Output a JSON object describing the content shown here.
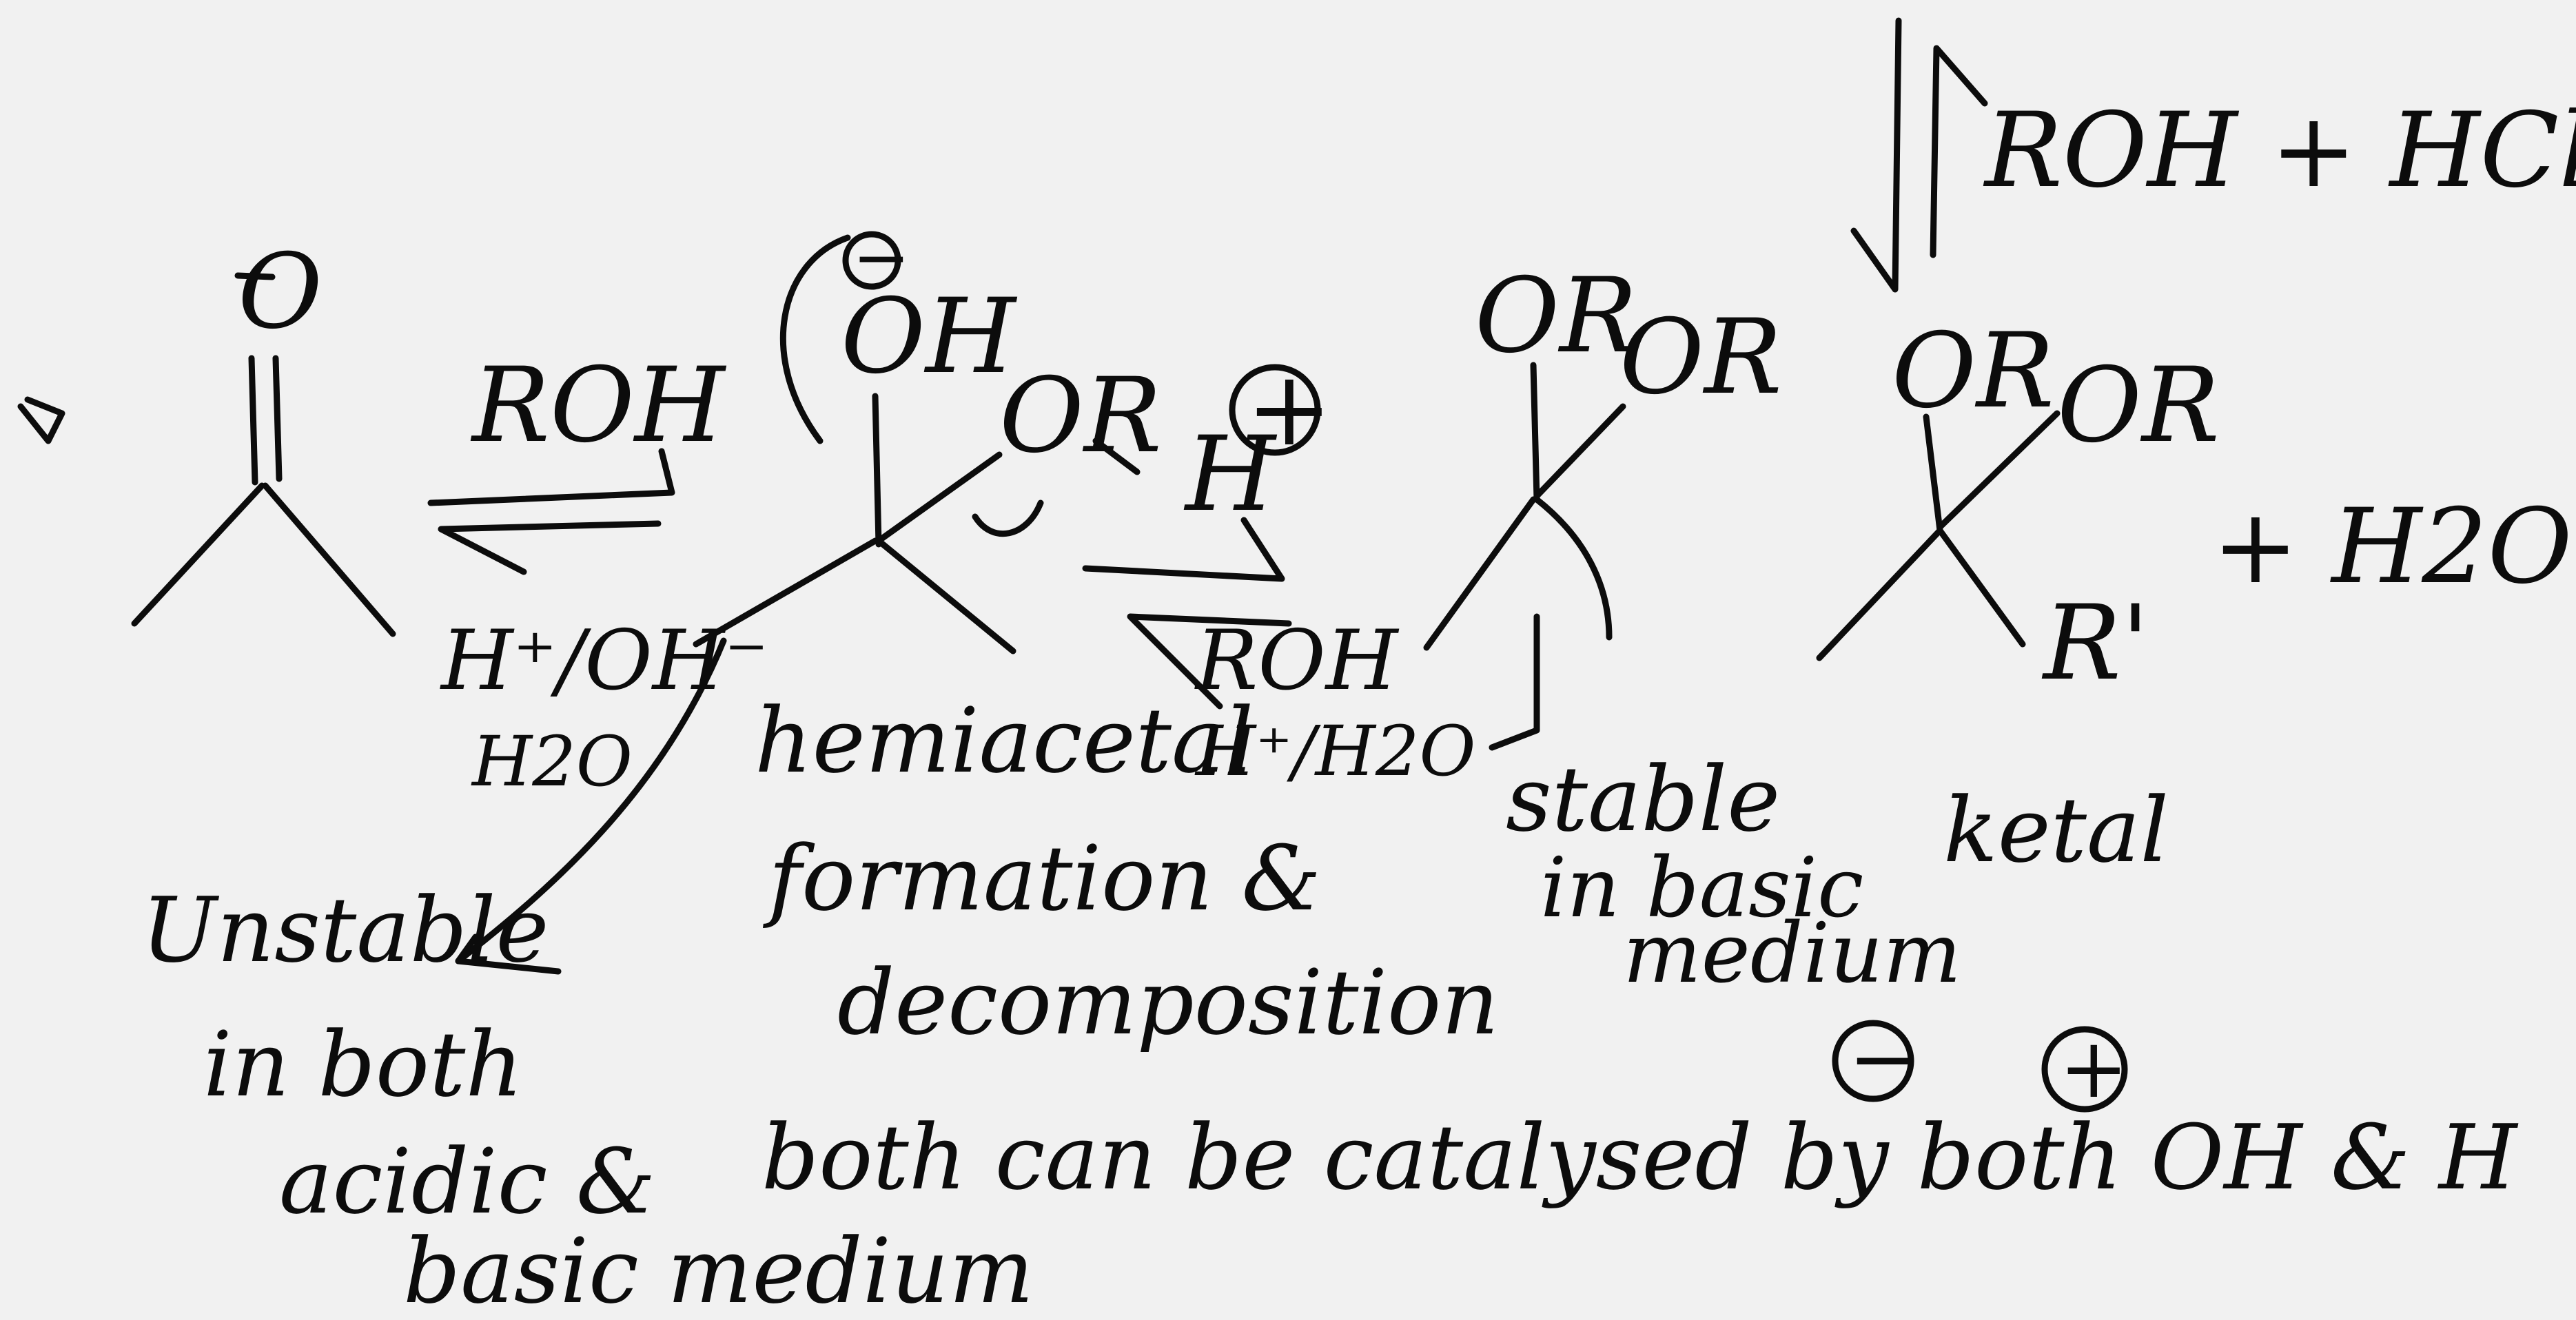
{
  "background_color": "#f1f1f1",
  "ink_color": "#0c0c0c",
  "labels": {
    "top_reagent": "ROH + HCl",
    "carbonyl_o": "O",
    "arrow1_top": "ROH",
    "arrow1_bottom": "H⁺/OH⁻",
    "arrow1_solvent": "H2O",
    "hemi_oh": "OH",
    "hemi_or": "OR",
    "hemi_h": "H",
    "arrow2_bottom": "ROH",
    "arrow2_solvent": "H⁺/H2O",
    "acetal_or1": "OR",
    "acetal_or2": "OR",
    "ketal_or1": "OR",
    "ketal_or2": "OR",
    "ketal_r": "R'",
    "plus_water": "+ H2O"
  },
  "notes": {
    "unstable_l1": "Unstable",
    "unstable_l2": "in both",
    "unstable_l3": "acidic &",
    "unstable_l4": "basic medium",
    "hemiacetal_l1": "hemiacetal",
    "hemiacetal_l2": "formation &",
    "hemiacetal_l3": "decomposition",
    "stable_l1": "stable",
    "stable_l2": "in basic",
    "stable_l3": "medium",
    "ketal": "ketal",
    "catalysed": "both can be catalysed by both OH & H"
  },
  "charges": {
    "minus": "−",
    "plus": "+"
  }
}
